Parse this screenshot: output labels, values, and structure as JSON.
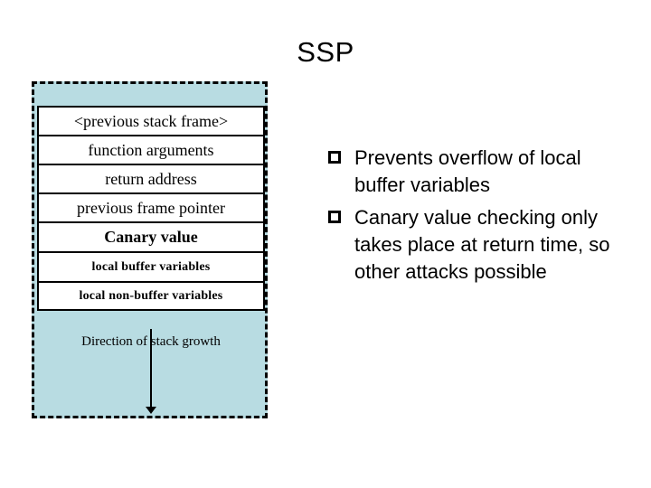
{
  "slide": {
    "title": "SSP",
    "background_color": "#ffffff"
  },
  "diagram": {
    "name": "stack-frame-layout",
    "fill_color": "#b8dce2",
    "border_style": "dashed",
    "border_color": "#000000",
    "rows": [
      {
        "label": "<previous stack frame>",
        "style": "regular"
      },
      {
        "label": "function arguments",
        "style": "regular"
      },
      {
        "label": "return address",
        "style": "regular"
      },
      {
        "label": "previous frame pointer",
        "style": "regular"
      },
      {
        "label": "Canary value",
        "style": "bold"
      },
      {
        "label": "local buffer variables",
        "style": "bold-small"
      },
      {
        "label": "local non-buffer variables",
        "style": "bold-small"
      }
    ],
    "growth": {
      "label": "Direction of stack growth",
      "arrow_direction": "down"
    }
  },
  "bullets": [
    {
      "glyph": "hollow-square-bullet",
      "text": "Prevents overflow of local buffer variables"
    },
    {
      "glyph": "hollow-square-bullet",
      "text": "Canary value checking only takes place at return time, so other attacks possible"
    }
  ]
}
